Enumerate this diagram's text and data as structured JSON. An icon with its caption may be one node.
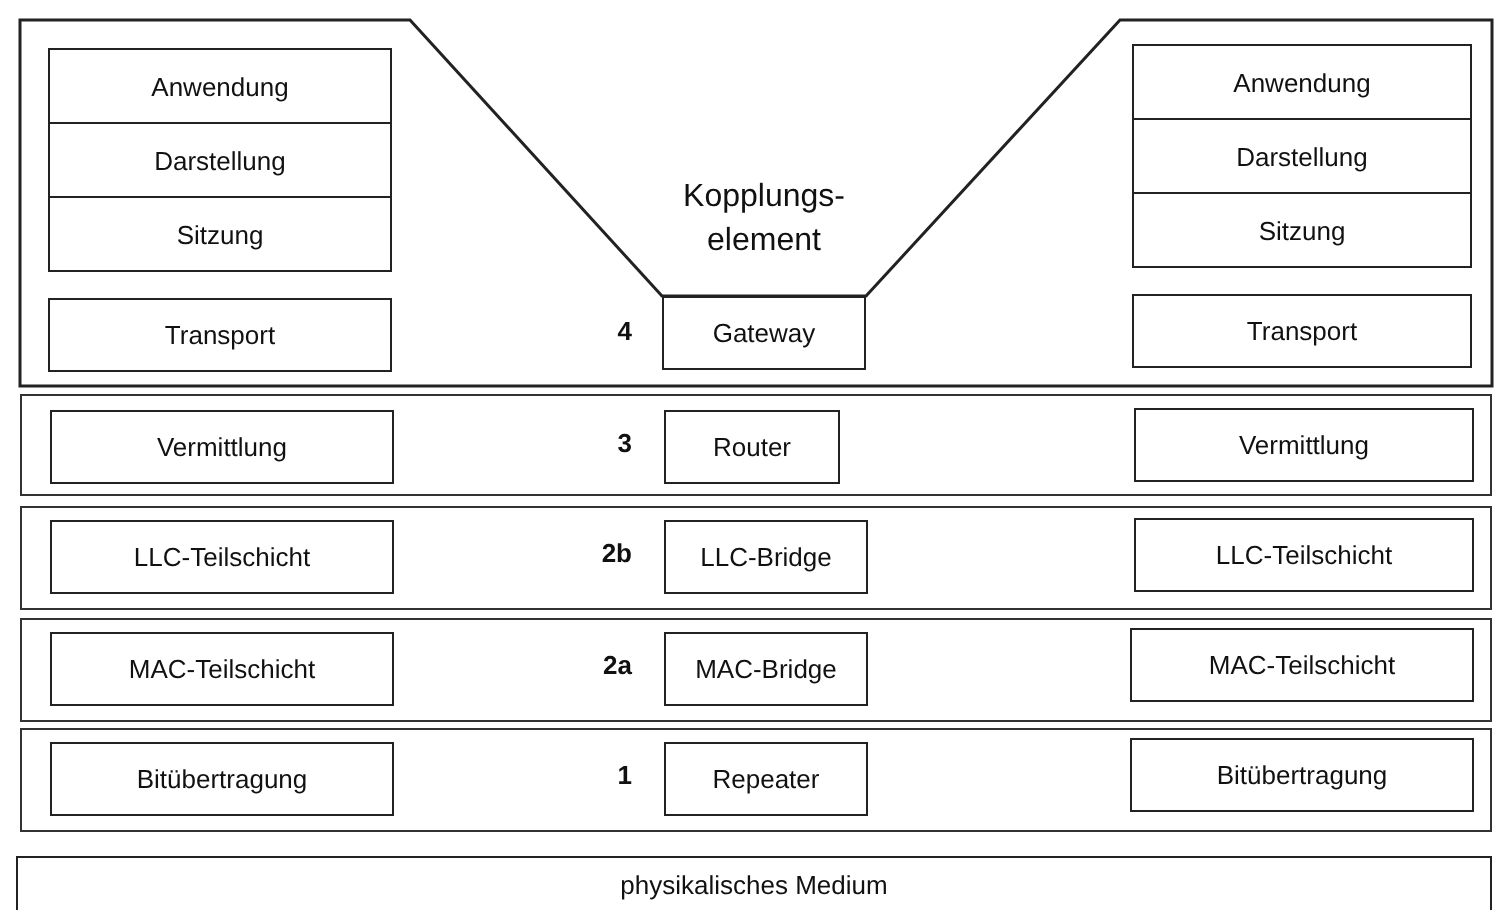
{
  "diagram": {
    "nodes": [
      {
        "text": [],
        "shape": "band"
      },
      {
        "text": [
          "Anwendung"
        ],
        "in": 0
      },
      {
        "text": [
          "Darstellung"
        ],
        "in": 0
      },
      {
        "text": [
          "Sitzung"
        ],
        "in": 0
      },
      {
        "text": [
          "Transport"
        ],
        "in": 0
      },
      {
        "text": [
          "Anwendung"
        ],
        "in": 0
      },
      {
        "text": [
          "Darstellung"
        ],
        "in": 0
      },
      {
        "text": [
          "Sitzung"
        ],
        "in": 0
      },
      {
        "text": [
          "Transport"
        ],
        "in": 0
      },
      {
        "text": [
          "Gateway"
        ],
        "in": 0
      },
      {
        "text": [],
        "shape": "band"
      },
      {
        "text": [
          "Vermittlung"
        ],
        "in": 10
      },
      {
        "text": [
          "Router"
        ],
        "in": 10
      },
      {
        "text": [
          "Vermittlung"
        ],
        "in": 10
      },
      {
        "text": [],
        "shape": "band"
      },
      {
        "text": [
          "LLC-Teilschicht"
        ],
        "in": 14
      },
      {
        "text": [
          "LLC-Bridge"
        ],
        "in": 14
      },
      {
        "text": [
          "LLC-Teilschicht"
        ],
        "in": 14
      },
      {
        "text": [],
        "shape": "band"
      },
      {
        "text": [
          "MAC-Teilschicht"
        ],
        "in": 18
      },
      {
        "text": [
          "MAC-Bridge"
        ],
        "in": 18
      },
      {
        "text": [
          "MAC-Teilschicht"
        ],
        "in": 18
      },
      {
        "text": [],
        "shape": "band"
      },
      {
        "text": [
          "Bitübertragung"
        ],
        "in": 22
      },
      {
        "text": [
          "Repeater"
        ],
        "in": 22
      },
      {
        "text": [
          "Bitübertragung"
        ],
        "in": 22
      },
      {
        "text": [
          "physikalisches Medium"
        ]
      }
    ],
    "labels": [
      "Kopplungs- element",
      "4",
      "3",
      "2b",
      "2a",
      "1"
    ]
  }
}
